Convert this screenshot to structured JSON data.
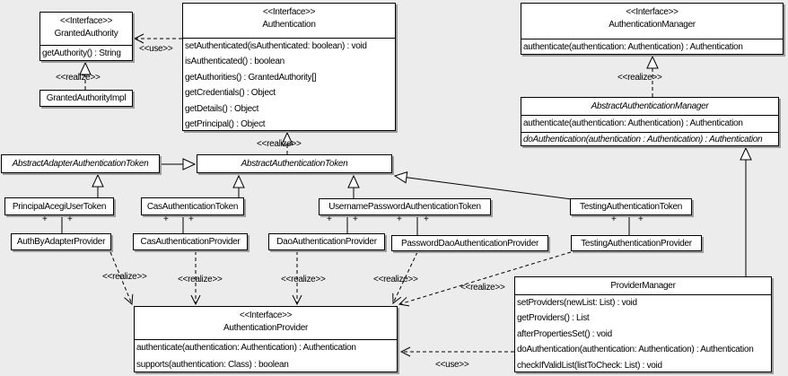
{
  "labels": {
    "use": "<<use>>",
    "realize": "<<realize>>",
    "plus": "+"
  },
  "colors": {
    "background": "#ececec",
    "box_fill": "#ffffff",
    "line": "#000000",
    "shadow": "#9c9c9c"
  },
  "classes": {
    "granted_authority": {
      "stereotype": "<<Interface>>",
      "name": "GrantedAuthority",
      "methods": [
        "getAuthority() : String"
      ]
    },
    "granted_authority_impl": {
      "name": "GrantedAuthorityImpl"
    },
    "authentication": {
      "stereotype": "<<Interface>>",
      "name": "Authentication",
      "methods": [
        "setAuthenticated(isAuthenticated: boolean) : void",
        "isAuthenticated() : boolean",
        "getAuthorities() : GrantedAuthority[]",
        "getCredentials() : Object",
        "getDetails() : Object",
        "getPrincipal() : Object"
      ]
    },
    "authentication_manager": {
      "stereotype": "<<Interface>>",
      "name": "AuthenticationManager",
      "methods": [
        "authenticate(authentication: Authentication) : Authentication"
      ]
    },
    "abstract_authentication_manager": {
      "name": "AbstractAuthenticationManager",
      "methods": [
        "authenticate(authentication: Authentication) : Authentication",
        "doAuthentication(authentication : Authentication) : Authentication"
      ]
    },
    "abstract_adapter_authentication_token": {
      "name": "AbstractAdapterAuthenticationToken"
    },
    "abstract_authentication_token": {
      "name": "AbstractAuthenticationToken"
    },
    "principal_acegi_user_token": {
      "name": "PrincipalAcegiUserToken"
    },
    "cas_authentication_token": {
      "name": "CasAuthenticationToken"
    },
    "username_password_authentication_token": {
      "name": "UsernamePasswordAuthenticationToken"
    },
    "testing_authentication_token": {
      "name": "TestingAuthenticationToken"
    },
    "auth_by_adapter_provider": {
      "name": "AuthByAdapterProvider"
    },
    "cas_authentication_provider": {
      "name": "CasAuthenticationProvider"
    },
    "dao_authentication_provider": {
      "name": "DaoAuthenticationProvider"
    },
    "password_dao_authentication_provider": {
      "name": "PasswordDaoAuthenticationProvider"
    },
    "testing_authentication_provider": {
      "name": "TestingAuthenticationProvider"
    },
    "authentication_provider": {
      "stereotype": "<<Interface>>",
      "name": "AuthenticationProvider",
      "methods": [
        "authenticate(authentication: Authentication) : Authentication",
        "supports(authentication: Class) : boolean"
      ]
    },
    "provider_manager": {
      "name": "ProviderManager",
      "methods": [
        "setProviders(newList: List) : void",
        "getProviders() : List",
        "afterPropertiesSet() : void",
        "doAuthentication(authentication: Authentication) : Authentication",
        "checkIfValidList(listToCheck: List) : void"
      ]
    }
  }
}
